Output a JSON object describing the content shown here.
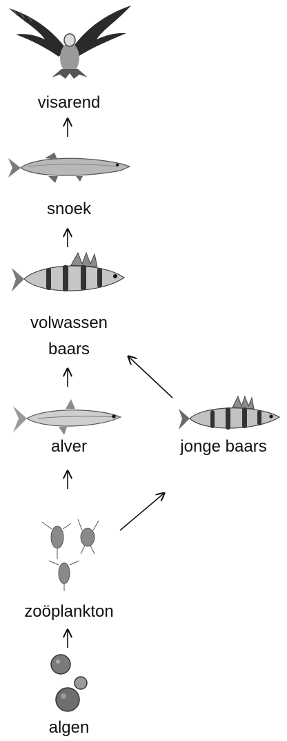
{
  "nodes": {
    "visarend": "visarend",
    "snoek": "snoek",
    "volwassen_baars_line1": "volwassen",
    "volwassen_baars_line2": "baars",
    "alver": "alver",
    "jonge_baars": "jonge baars",
    "zooplankton": "zoöplankton",
    "algen": "algen"
  },
  "edges": [
    {
      "from": "algen",
      "to": "zoöplankton"
    },
    {
      "from": "zoöplankton",
      "to": "alver"
    },
    {
      "from": "zoöplankton",
      "to": "jonge baars"
    },
    {
      "from": "alver",
      "to": "volwassen baars"
    },
    {
      "from": "jonge baars",
      "to": "volwassen baars"
    },
    {
      "from": "volwassen baars",
      "to": "snoek"
    },
    {
      "from": "snoek",
      "to": "visarend"
    }
  ],
  "icons": [
    "osprey-icon",
    "pike-icon",
    "adult-perch-icon",
    "bleak-icon",
    "young-perch-icon",
    "zooplankton-icon",
    "algae-icon"
  ]
}
